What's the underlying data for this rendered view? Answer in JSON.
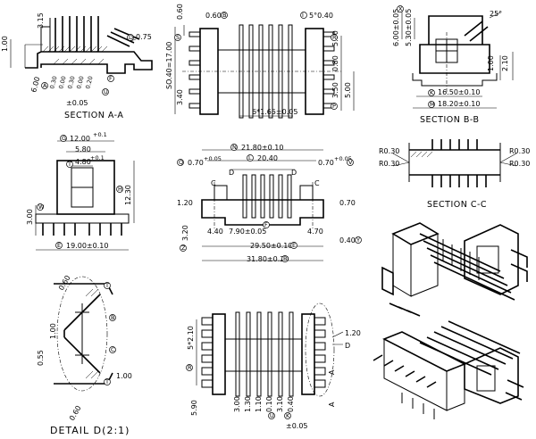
{
  "labels": {
    "section_aa": "SECTION  A-A",
    "section_bb": "SECTION  B-B",
    "section_cc": "SECTION  C-C",
    "detail_d": "DETAIL  D(2:1)"
  },
  "dims": {
    "d_1_00_a": "1.00",
    "d_3_15": "3.15",
    "d_0_75": "0.75",
    "d_6_00": "6.00",
    "d_pm005_a": "±0.05",
    "d_0_60_top": "0.60",
    "d_0_60_b": "0.60",
    "d_5_40": "5°0.40",
    "d_17_00": "SO.40=17.00",
    "d_3_40": "3.40",
    "d_5_00_a": "5.00",
    "d_0_80": "0.80",
    "d_3_50": "3.50",
    "d_5_00_b": "5.00",
    "d_pitch": "6*1.65±0.05",
    "d_6_00_bb": "6.00±0.05",
    "d_5_30_bb": "5.30±0.05",
    "d_25": "25°",
    "d_1_00_bb": "1.00",
    "d_2_10_bb": "2.10",
    "d_16_50": "16.50±0.10",
    "d_18_20": "18.20±0.10",
    "d_12_00": "12.00",
    "d_12_00_tol": "+0.1",
    "d_5_80": "5.80",
    "d_4_80": "4.80",
    "d_4_80_tol": "+0.1",
    "d_12_30": "12.30",
    "d_3_00": "3.00",
    "d_19_00": "19.00±0.10",
    "d_21_80": "21.80±0.10",
    "d_20_40": "20.40",
    "d_0_70_l": "0.70",
    "d_0_70_r": "0.70",
    "d_0_70_tol": "+0.05",
    "d_1_20": "1.20",
    "d_0_70_s": "0.70",
    "d_3_20": "3.20",
    "d_4_40": "4.40",
    "d_7_90": "7.90±0.05",
    "d_4_70": "4.70",
    "d_0_40": "0.40",
    "d_29_50": "29.50±0.10",
    "d_31_80": "31.80±0.20",
    "d_r030_a": "R0.30",
    "d_r030_b": "R0.30",
    "d_r030_c": "R0.30",
    "d_r030_d": "R0.30",
    "d_1_00_dd": "1.00",
    "d_0_55_dd": "0.55",
    "d_1_00_dd2": "1.00",
    "d_0_60_dd": "0.60",
    "d_0_60_dd2": "0.60",
    "d_5_10": "5*2.10",
    "d_1_20_b": "1.20",
    "d_d": "D",
    "d_5_90": "5.90",
    "d_pm005_b": "±0.05",
    "d_3_00_b": "3.00",
    "d_1_30": "1.30",
    "d_1_10": "1.10",
    "d_0_10": "0.10",
    "d_3_10": "3.10",
    "d_0_40_b": "0.40"
  },
  "letters": {
    "a": "A",
    "b": "B",
    "c": "C",
    "d": "D",
    "e": "E",
    "f": "F",
    "g": "G",
    "h": "H",
    "i": "I",
    "k": "K",
    "l": "L",
    "m": "M",
    "n": "N",
    "p": "P",
    "q": "Q",
    "r": "R",
    "s": "S",
    "t": "T",
    "u": "U",
    "v": "V",
    "w": "W",
    "x": "X",
    "y": "Y",
    "z": "Z"
  }
}
